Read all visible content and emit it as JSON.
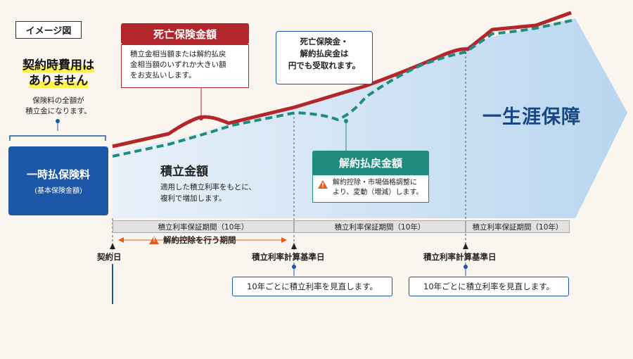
{
  "image_badge": "イメージ図",
  "no_fee": {
    "line1": "契約時費用は",
    "line2": "ありません",
    "sub1": "保険料の全額が",
    "sub2": "積立金になります。"
  },
  "premium": {
    "title": "一時払保険料",
    "sub": "(基本保険金額)"
  },
  "death_benefit": {
    "title": "死亡保険金額",
    "line1": "積立金相当額または解約払戻",
    "line2": "金相当額のいずれか大きい額",
    "line3": "をお支払いします。"
  },
  "callout": {
    "line1": "死亡保険金・",
    "line2": "解約払戻金は",
    "line3": "円でも受取れます。"
  },
  "accumulation": {
    "title": "積立金額",
    "line1": "適用した積立利率をもとに、",
    "line2": "複利で増加します。"
  },
  "lifetime": "一生涯保障",
  "surrender": {
    "title": "解約払戻金額",
    "line1": "解約控除・市場価格調整に",
    "line2": "より、変動（増減）します。"
  },
  "periods": [
    "積立利率保証期間（10年）",
    "積立利率保証期間（10年）",
    "積立利率保証期間（10年）"
  ],
  "deduction_period": "解約控除を行う期間",
  "contract_date": "契約日",
  "base_date_1": "積立利率計算基準日",
  "base_date_2": "積立利率計算基準日",
  "review_1": "10年ごとに積立利率を見直します。",
  "review_2": "10年ごとに積立利率を見直します。",
  "colors": {
    "red": "#b3262c",
    "green": "#1f8c7d",
    "blue": "#1c57a8"
  }
}
